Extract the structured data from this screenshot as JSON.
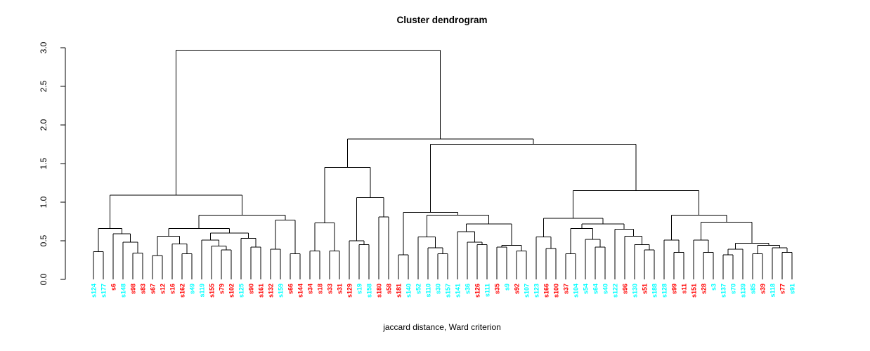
{
  "palette": {
    "line": "#000000",
    "text": "#000000",
    "background": "#FFFFFF",
    "cluster_red": "#FF0000",
    "cluster_cyan": "#00FFFF"
  },
  "chart_data": {
    "type": "dendrogram",
    "title": "Cluster dendrogram",
    "xlabel": "jaccard distance, Ward criterion",
    "ylabel": "",
    "ylim": [
      0,
      3
    ],
    "yticks": [
      "0.0",
      "0.5",
      "1.0",
      "1.5",
      "2.0",
      "2.5",
      "3.0"
    ],
    "grid": false,
    "root_height": 2.97,
    "leaves": [
      {
        "label": "s124",
        "color": "cyan"
      },
      {
        "label": "s177",
        "color": "cyan"
      },
      {
        "label": "s6",
        "color": "red"
      },
      {
        "label": "s148",
        "color": "cyan"
      },
      {
        "label": "s98",
        "color": "red"
      },
      {
        "label": "s83",
        "color": "red"
      },
      {
        "label": "s67",
        "color": "red"
      },
      {
        "label": "s12",
        "color": "red"
      },
      {
        "label": "s16",
        "color": "red"
      },
      {
        "label": "s162",
        "color": "red"
      },
      {
        "label": "s49",
        "color": "cyan"
      },
      {
        "label": "s119",
        "color": "cyan"
      },
      {
        "label": "s155",
        "color": "red"
      },
      {
        "label": "s79",
        "color": "red"
      },
      {
        "label": "s102",
        "color": "red"
      },
      {
        "label": "s125",
        "color": "cyan"
      },
      {
        "label": "s90",
        "color": "red"
      },
      {
        "label": "s161",
        "color": "red"
      },
      {
        "label": "s132",
        "color": "red"
      },
      {
        "label": "s159",
        "color": "cyan"
      },
      {
        "label": "s66",
        "color": "red"
      },
      {
        "label": "s144",
        "color": "red"
      },
      {
        "label": "s34",
        "color": "red"
      },
      {
        "label": "s18",
        "color": "red"
      },
      {
        "label": "s33",
        "color": "red"
      },
      {
        "label": "s31",
        "color": "red"
      },
      {
        "label": "s129",
        "color": "red"
      },
      {
        "label": "s19",
        "color": "cyan"
      },
      {
        "label": "s158",
        "color": "cyan"
      },
      {
        "label": "s180",
        "color": "red"
      },
      {
        "label": "s58",
        "color": "red"
      },
      {
        "label": "s181",
        "color": "red"
      },
      {
        "label": "s140",
        "color": "cyan"
      },
      {
        "label": "s52",
        "color": "cyan"
      },
      {
        "label": "s110",
        "color": "cyan"
      },
      {
        "label": "s30",
        "color": "cyan"
      },
      {
        "label": "s157",
        "color": "cyan"
      },
      {
        "label": "s141",
        "color": "cyan"
      },
      {
        "label": "s36",
        "color": "cyan"
      },
      {
        "label": "s126",
        "color": "red"
      },
      {
        "label": "s111",
        "color": "cyan"
      },
      {
        "label": "s35",
        "color": "red"
      },
      {
        "label": "s9",
        "color": "cyan"
      },
      {
        "label": "s92",
        "color": "red"
      },
      {
        "label": "s107",
        "color": "cyan"
      },
      {
        "label": "s123",
        "color": "cyan"
      },
      {
        "label": "s166",
        "color": "red"
      },
      {
        "label": "s100",
        "color": "red"
      },
      {
        "label": "s37",
        "color": "red"
      },
      {
        "label": "s104",
        "color": "cyan"
      },
      {
        "label": "s54",
        "color": "cyan"
      },
      {
        "label": "s64",
        "color": "cyan"
      },
      {
        "label": "s40",
        "color": "cyan"
      },
      {
        "label": "s122",
        "color": "cyan"
      },
      {
        "label": "s96",
        "color": "red"
      },
      {
        "label": "s130",
        "color": "cyan"
      },
      {
        "label": "s51",
        "color": "red"
      },
      {
        "label": "s188",
        "color": "cyan"
      },
      {
        "label": "s128",
        "color": "cyan"
      },
      {
        "label": "s99",
        "color": "red"
      },
      {
        "label": "s11",
        "color": "red"
      },
      {
        "label": "s151",
        "color": "red"
      },
      {
        "label": "s28",
        "color": "red"
      },
      {
        "label": "s3",
        "color": "cyan"
      },
      {
        "label": "s137",
        "color": "cyan"
      },
      {
        "label": "s70",
        "color": "cyan"
      },
      {
        "label": "s139",
        "color": "cyan"
      },
      {
        "label": "s85",
        "color": "cyan"
      },
      {
        "label": "s39",
        "color": "red"
      },
      {
        "label": "s118",
        "color": "cyan"
      },
      {
        "label": "s77",
        "color": "red"
      },
      {
        "label": "s91",
        "color": "cyan"
      }
    ],
    "merge_tree": {
      "h": 2.97,
      "c": [
        {
          "h": 1.09,
          "c": [
            {
              "h": 0.66,
              "c": [
                {
                  "h": 0.36,
                  "c": [
                    "s124",
                    "s177"
                  ]
                },
                {
                  "h": 0.59,
                  "c": [
                    "s6",
                    {
                      "h": 0.48,
                      "c": [
                        "s148",
                        {
                          "h": 0.34,
                          "c": [
                            "s98",
                            "s83"
                          ]
                        }
                      ]
                    }
                  ]
                }
              ]
            },
            {
              "h": 0.83,
              "c": [
                {
                  "h": 0.66,
                  "c": [
                    {
                      "h": 0.56,
                      "c": [
                        {
                          "h": 0.31,
                          "c": [
                            "s67",
                            "s12"
                          ]
                        },
                        {
                          "h": 0.46,
                          "c": [
                            "s16",
                            {
                              "h": 0.33,
                              "c": [
                                "s162",
                                "s49"
                              ]
                            }
                          ]
                        }
                      ]
                    },
                    {
                      "h": 0.6,
                      "c": [
                        {
                          "h": 0.51,
                          "c": [
                            "s119",
                            {
                              "h": 0.43,
                              "c": [
                                "s155",
                                {
                                  "h": 0.38,
                                  "c": [
                                    "s79",
                                    "s102"
                                  ]
                                }
                              ]
                            }
                          ]
                        },
                        {
                          "h": 0.53,
                          "c": [
                            "s125",
                            {
                              "h": 0.42,
                              "c": [
                                "s90",
                                "s161"
                              ]
                            }
                          ]
                        }
                      ]
                    }
                  ]
                },
                {
                  "h": 0.77,
                  "c": [
                    {
                      "h": 0.39,
                      "c": [
                        "s132",
                        "s159"
                      ]
                    },
                    {
                      "h": 0.33,
                      "c": [
                        "s66",
                        "s144"
                      ]
                    }
                  ]
                }
              ]
            }
          ]
        },
        {
          "h": 1.82,
          "c": [
            {
              "h": 1.45,
              "c": [
                {
                  "h": 0.73,
                  "c": [
                    {
                      "h": 0.37,
                      "c": [
                        "s34",
                        "s18"
                      ]
                    },
                    {
                      "h": 0.37,
                      "c": [
                        "s33",
                        "s31"
                      ]
                    }
                  ]
                },
                {
                  "h": 1.06,
                  "c": [
                    {
                      "h": 0.5,
                      "c": [
                        "s129",
                        {
                          "h": 0.45,
                          "c": [
                            "s19",
                            "s158"
                          ]
                        }
                      ]
                    },
                    {
                      "h": 0.81,
                      "c": [
                        "s180",
                        "s58"
                      ]
                    }
                  ]
                }
              ]
            },
            {
              "h": 1.75,
              "c": [
                {
                  "h": 0.87,
                  "c": [
                    {
                      "h": 0.32,
                      "c": [
                        "s181",
                        "s140"
                      ]
                    },
                    {
                      "h": 0.83,
                      "c": [
                        {
                          "h": 0.55,
                          "c": [
                            "s52",
                            {
                              "h": 0.41,
                              "c": [
                                "s110",
                                {
                                  "h": 0.33,
                                  "c": [
                                    "s30",
                                    "s157"
                                  ]
                                }
                              ]
                            }
                          ]
                        },
                        {
                          "h": 0.72,
                          "c": [
                            {
                              "h": 0.62,
                              "c": [
                                "s141",
                                {
                                  "h": 0.48,
                                  "c": [
                                    "s36",
                                    {
                                      "h": 0.45,
                                      "c": [
                                        "s126",
                                        "s111"
                                      ]
                                    }
                                  ]
                                }
                              ]
                            },
                            {
                              "h": 0.44,
                              "c": [
                                {
                                  "h": 0.42,
                                  "c": [
                                    "s35",
                                    "s9"
                                  ]
                                },
                                {
                                  "h": 0.37,
                                  "c": [
                                    "s92",
                                    "s107"
                                  ]
                                }
                              ]
                            }
                          ]
                        }
                      ]
                    }
                  ]
                },
                {
                  "h": 1.15,
                  "c": [
                    {
                      "h": 0.79,
                      "c": [
                        {
                          "h": 0.55,
                          "c": [
                            "s123",
                            {
                              "h": 0.4,
                              "c": [
                                "s166",
                                "s100"
                              ]
                            }
                          ]
                        },
                        {
                          "h": 0.72,
                          "c": [
                            {
                              "h": 0.66,
                              "c": [
                                {
                                  "h": 0.33,
                                  "c": [
                                    "s37",
                                    "s104"
                                  ]
                                },
                                {
                                  "h": 0.52,
                                  "c": [
                                    "s54",
                                    {
                                      "h": 0.42,
                                      "c": [
                                        "s64",
                                        "s40"
                                      ]
                                    }
                                  ]
                                }
                              ]
                            },
                            {
                              "h": 0.65,
                              "c": [
                                "s122",
                                {
                                  "h": 0.56,
                                  "c": [
                                    "s96",
                                    {
                                      "h": 0.45,
                                      "c": [
                                        "s130",
                                        {
                                          "h": 0.38,
                                          "c": [
                                            "s51",
                                            "s188"
                                          ]
                                        }
                                      ]
                                    }
                                  ]
                                }
                              ]
                            }
                          ]
                        }
                      ]
                    },
                    {
                      "h": 0.83,
                      "c": [
                        {
                          "h": 0.51,
                          "c": [
                            "s128",
                            {
                              "h": 0.35,
                              "c": [
                                "s99",
                                "s11"
                              ]
                            }
                          ]
                        },
                        {
                          "h": 0.74,
                          "c": [
                            {
                              "h": 0.51,
                              "c": [
                                "s151",
                                {
                                  "h": 0.35,
                                  "c": [
                                    "s28",
                                    "s3"
                                  ]
                                }
                              ]
                            },
                            {
                              "h": 0.47,
                              "c": [
                                {
                                  "h": 0.39,
                                  "c": [
                                    {
                                      "h": 0.32,
                                      "c": [
                                        "s137",
                                        "s70"
                                      ]
                                    },
                                    "s139"
                                  ]
                                },
                                {
                                  "h": 0.44,
                                  "c": [
                                    {
                                      "h": 0.33,
                                      "c": [
                                        "s85",
                                        "s39"
                                      ]
                                    },
                                    {
                                      "h": 0.41,
                                      "c": [
                                        "s118",
                                        {
                                          "h": 0.35,
                                          "c": [
                                            "s77",
                                            "s91"
                                          ]
                                        }
                                      ]
                                    }
                                  ]
                                }
                              ]
                            }
                          ]
                        }
                      ]
                    }
                  ]
                }
              ]
            }
          ]
        }
      ]
    }
  }
}
